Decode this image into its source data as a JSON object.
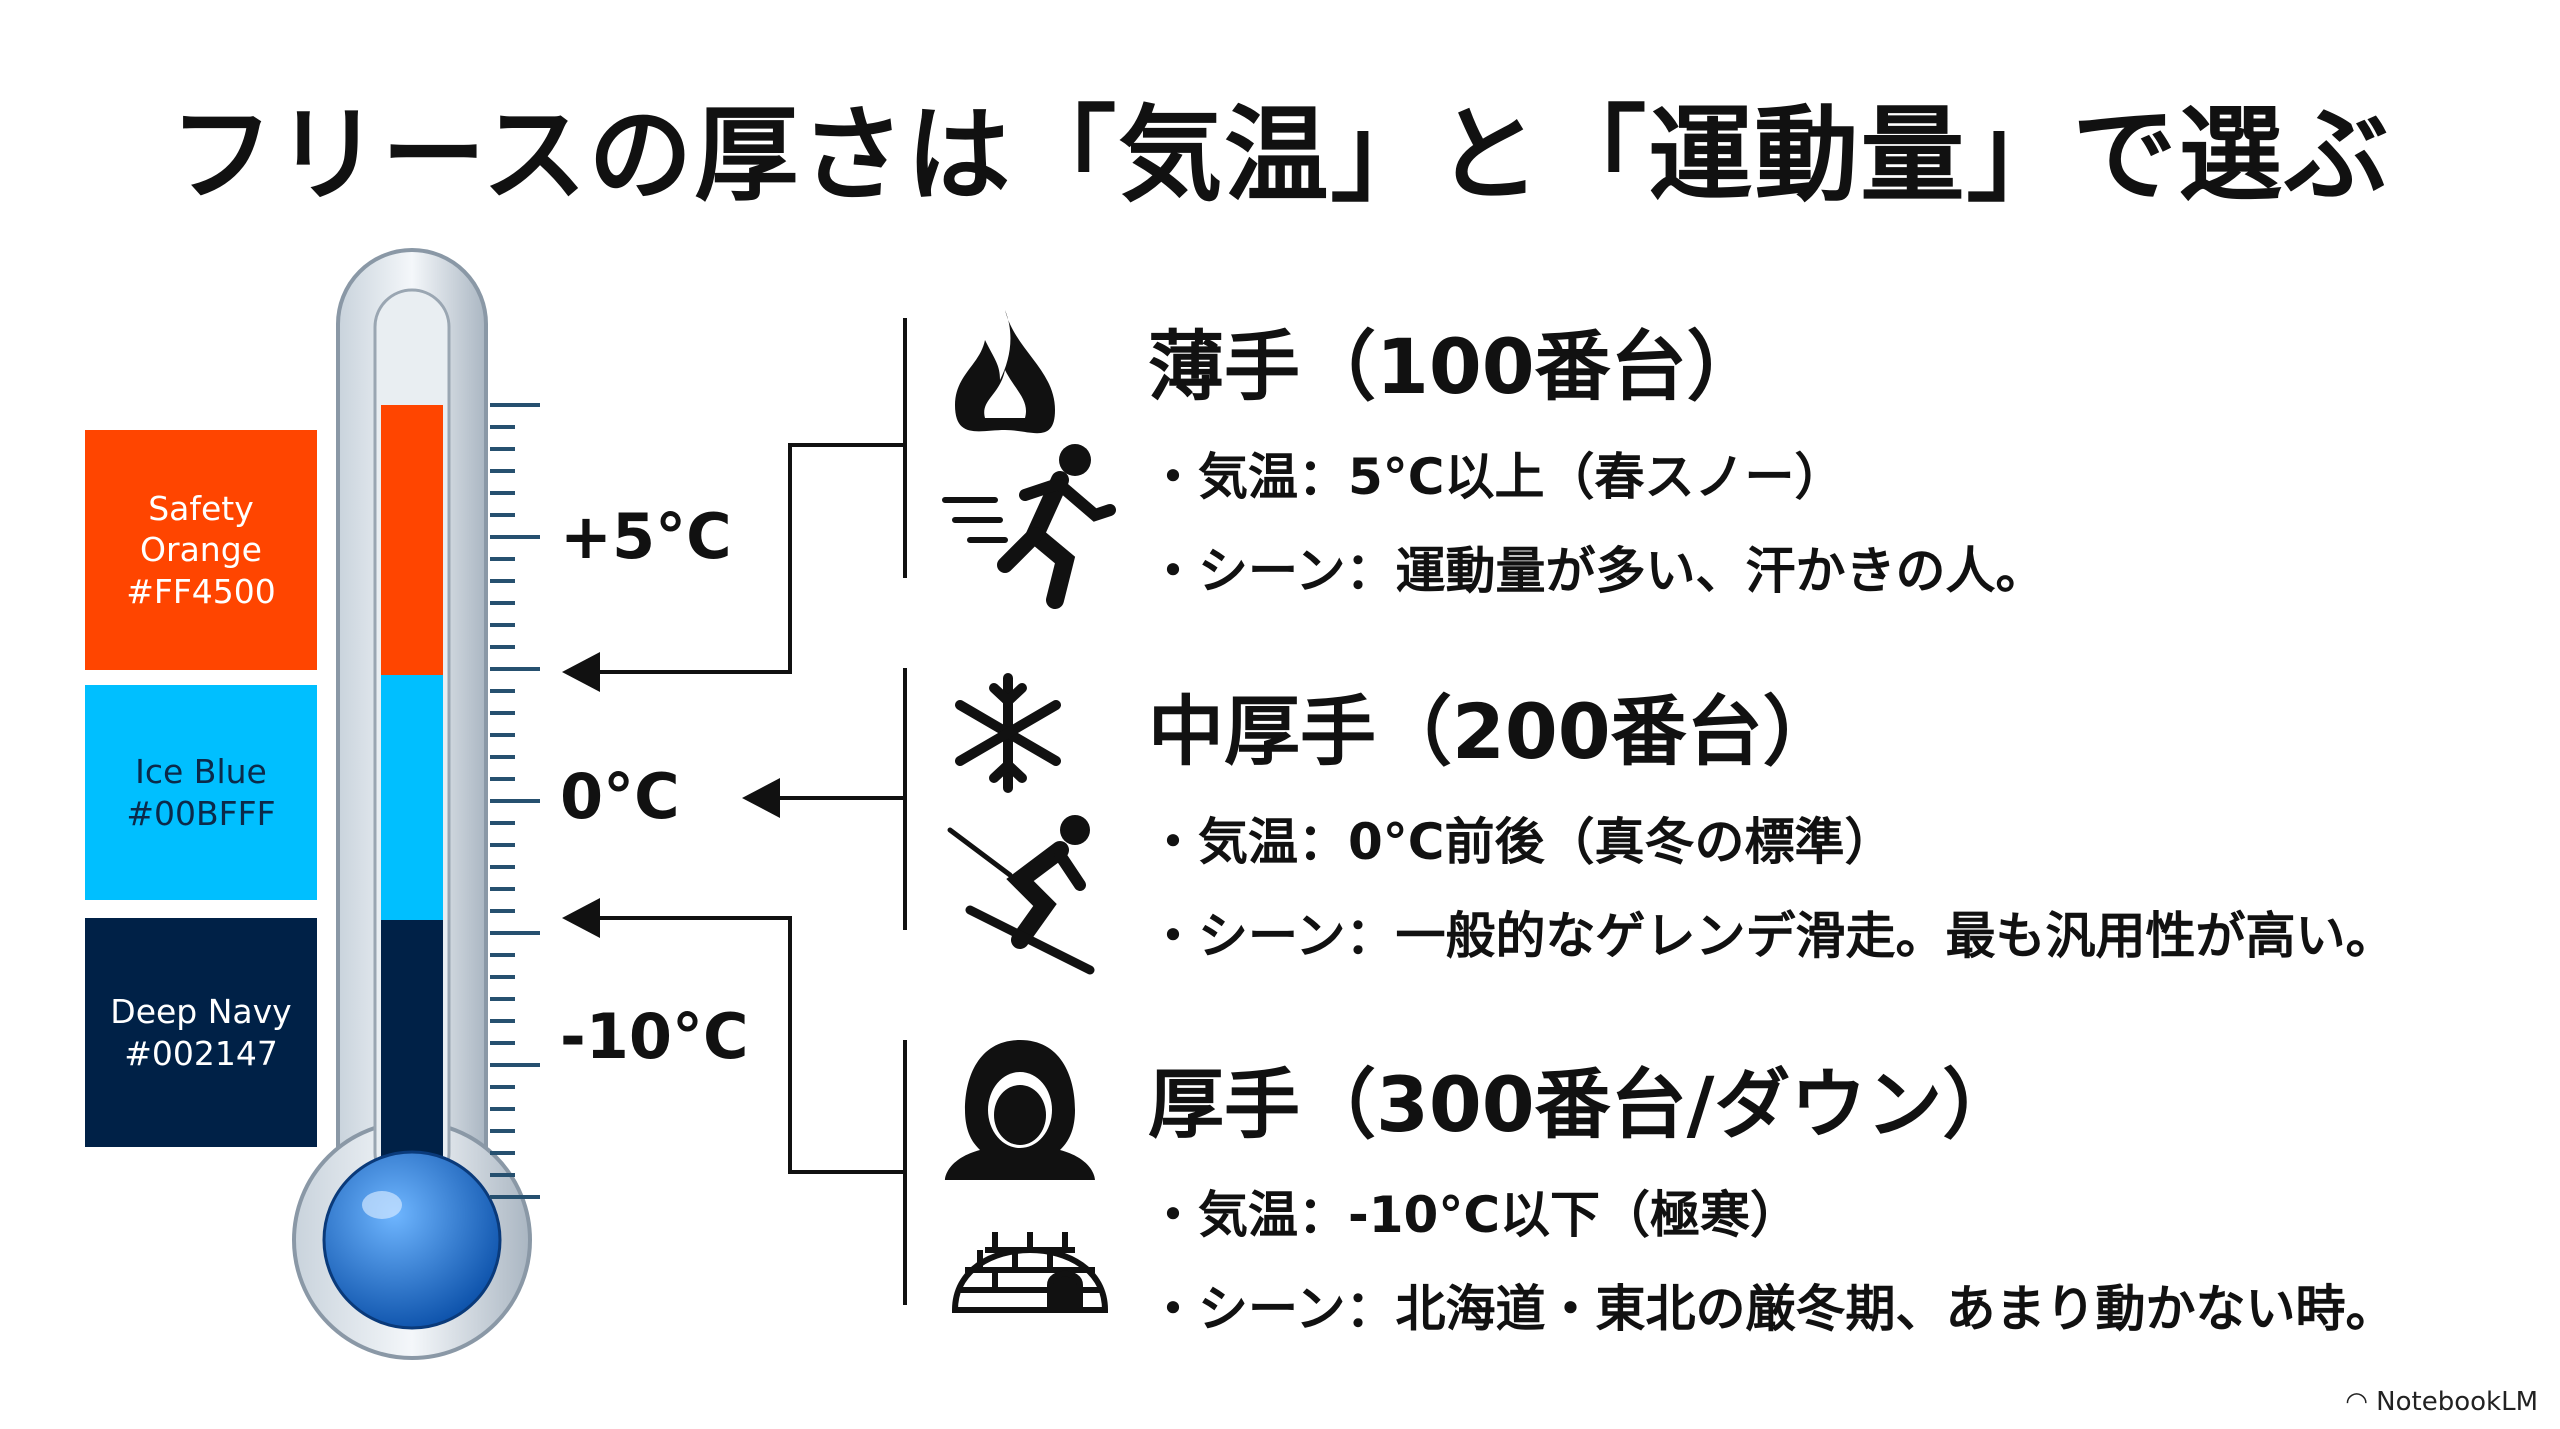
{
  "title": "フリースの厚さは「気温」と「運動量」で選ぶ",
  "swatches": [
    {
      "name": "Safety Orange",
      "hex": "#FF4500"
    },
    {
      "name": "Ice Blue",
      "hex": "#00BFFF"
    },
    {
      "name": "Deep Navy",
      "hex": "#002147"
    }
  ],
  "thermometer_labels": [
    "+5°C",
    "0°C",
    "-10°C"
  ],
  "sections": [
    {
      "heading": "薄手（100番台）",
      "temp": "・気温：5°C以上（春スノー）",
      "scene": "・シーン：運動量が多い、汗かきの人。",
      "icons": [
        "flame-icon",
        "running-person-icon"
      ]
    },
    {
      "heading": "中厚手（200番台）",
      "temp": "・気温：0°C前後（真冬の標準）",
      "scene": "・シーン：一般的なゲレンデ滑走。最も汎用性が高い。",
      "icons": [
        "snowflake-icon",
        "skier-icon"
      ]
    },
    {
      "heading": "厚手（300番台/ダウン）",
      "temp": "・気温：-10°C以下（極寒）",
      "scene": "・シーン：北海道・東北の厳冬期、あまり動かない時。",
      "icons": [
        "hooded-person-icon",
        "igloo-icon"
      ]
    }
  ],
  "watermark": "NotebookLM"
}
